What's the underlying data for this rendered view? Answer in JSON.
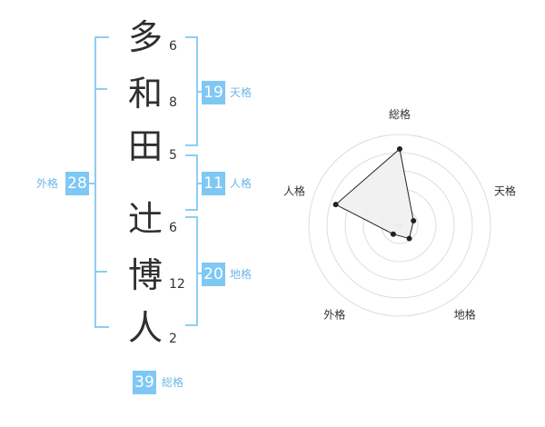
{
  "name": {
    "chars": [
      {
        "char": "多",
        "strokes": "6"
      },
      {
        "char": "和",
        "strokes": "8"
      },
      {
        "char": "田",
        "strokes": "5"
      },
      {
        "char": "辻",
        "strokes": "6"
      },
      {
        "char": "博",
        "strokes": "12"
      },
      {
        "char": "人",
        "strokes": "2"
      }
    ]
  },
  "kakusu": {
    "tenkaku": {
      "value": "19",
      "label": "天格"
    },
    "jinkaku": {
      "value": "11",
      "label": "人格"
    },
    "chikaku": {
      "value": "20",
      "label": "地格"
    },
    "gaikaku": {
      "value": "28",
      "label": "外格"
    },
    "soukaku": {
      "value": "39",
      "label": "総格"
    }
  },
  "chart_data": {
    "type": "radar",
    "axes": [
      "総格",
      "天格",
      "地格",
      "外格",
      "人格"
    ],
    "values": [
      4.2,
      0.8,
      0.9,
      0.6,
      3.7
    ],
    "max": 5,
    "rings": 5,
    "colors": {
      "fill": "#f0f0f0",
      "line": "#222222",
      "grid": "#dddddd",
      "center": "#cccccc"
    }
  }
}
